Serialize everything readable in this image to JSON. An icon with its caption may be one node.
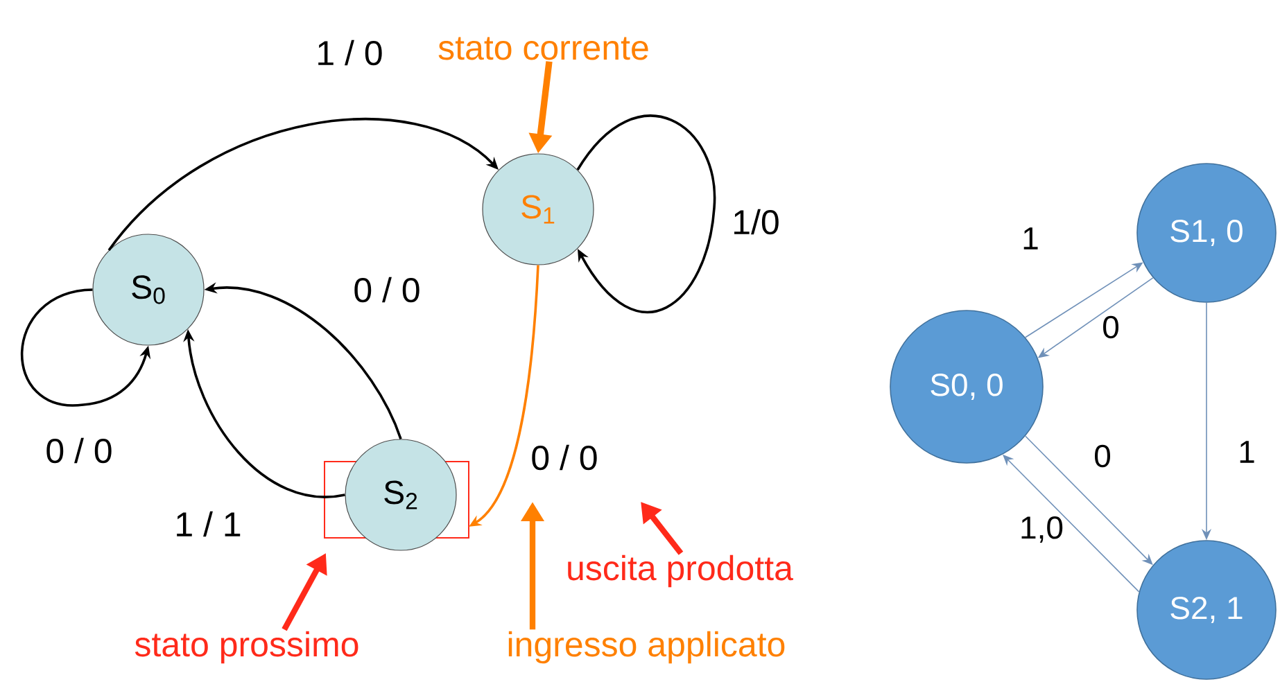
{
  "diagram": {
    "nodes": [
      {
        "text": [
          "S$_{0}$"
        ]
      },
      {
        "text": [
          "S$_{1}$"
        ]
      },
      {
        "text": [
          "S$_{2}$"
        ]
      },
      {
        "text": [
          "stato corrente"
        ]
      },
      {
        "text": [
          "stato prossimo"
        ]
      },
      {
        "text": [
          "ingresso applicato"
        ]
      },
      {
        "text": [
          "uscita prodotta"
        ]
      },
      {
        "text": [
          "S0, 0"
        ]
      },
      {
        "text": [
          "S1, 0"
        ]
      },
      {
        "text": [
          "S2, 1"
        ]
      }
    ],
    "edges": [
      {
        "from": 0,
        "to": 1,
        "arrow": "to",
        "label": "1 / 0"
      },
      {
        "from": 1,
        "to": 1,
        "arrow": "to",
        "label": "1/0"
      },
      {
        "from": 0,
        "to": 0,
        "arrow": "to",
        "label": "0 / 0"
      },
      {
        "from": 2,
        "to": 0,
        "arrow": "to",
        "label": "0 / 0"
      },
      {
        "from": 2,
        "to": 0,
        "arrow": "to",
        "label": "1 / 1"
      },
      {
        "from": 1,
        "to": 2,
        "arrow": "to",
        "label": "0 / 0",
        "color": "#ff8000"
      },
      {
        "from": 3,
        "to": 1,
        "arrow": "to",
        "style": "thick",
        "color": "#ff8000"
      },
      {
        "from": 4,
        "to": 2,
        "arrow": "to",
        "style": "thick",
        "color": "#ff2a1a"
      },
      {
        "from": 5,
        "to": null,
        "arrow": "to",
        "style": "thick",
        "color": "#ff8000"
      },
      {
        "from": 6,
        "to": null,
        "arrow": "to",
        "style": "thick",
        "color": "#ff2a1a"
      },
      {
        "from": 7,
        "to": 8,
        "arrow": "to",
        "label": "1",
        "color": "#6f90b8"
      },
      {
        "from": 8,
        "to": 7,
        "arrow": "to",
        "label": "0",
        "color": "#6f90b8"
      },
      {
        "from": 7,
        "to": 9,
        "arrow": "to",
        "label": "0",
        "color": "#6f90b8"
      },
      {
        "from": 9,
        "to": 7,
        "arrow": "to",
        "label": "1,0",
        "color": "#6f90b8"
      },
      {
        "from": 8,
        "to": 9,
        "arrow": "to",
        "label": "1",
        "color": "#6f90b8"
      }
    ]
  }
}
